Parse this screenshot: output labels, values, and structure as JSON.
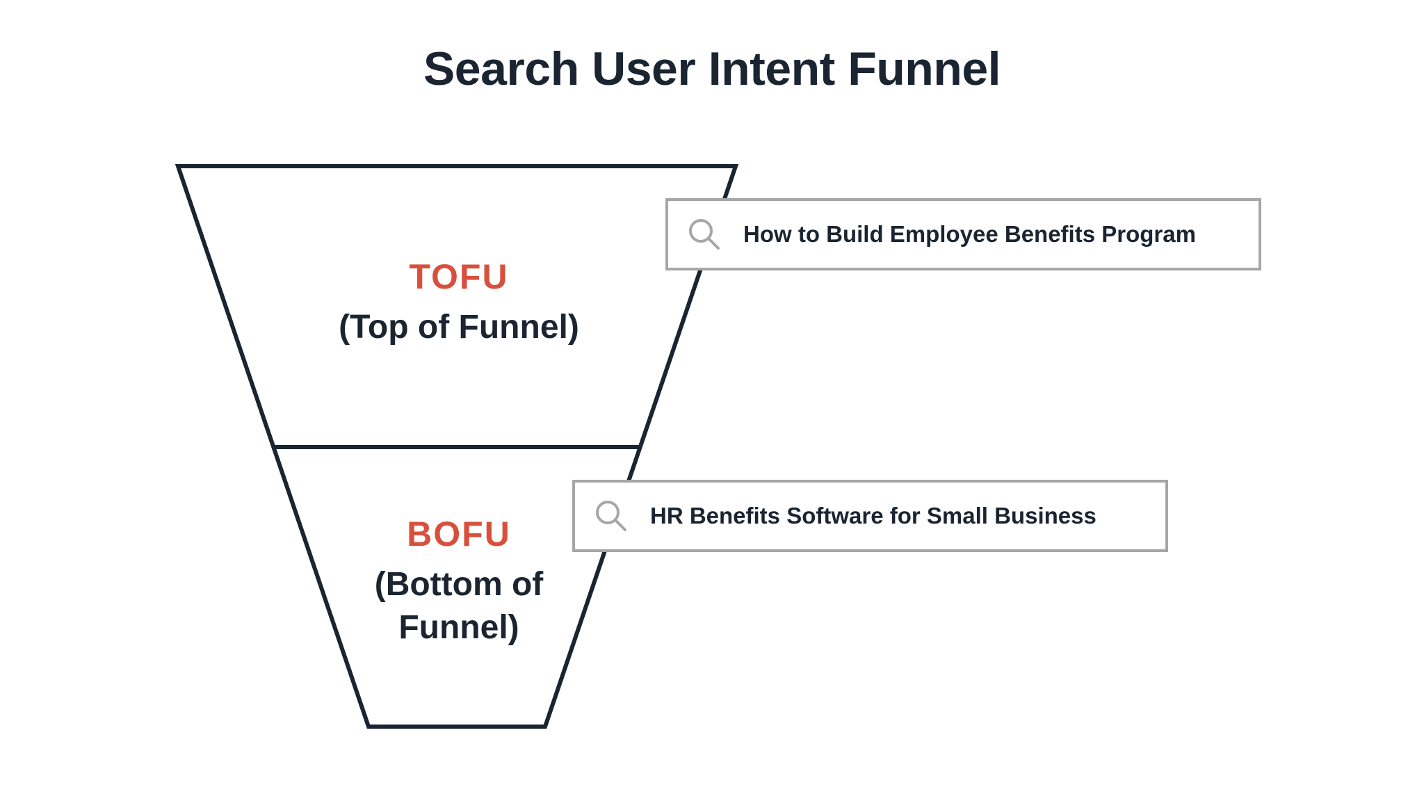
{
  "diagram": {
    "title": "Search User Intent Funnel",
    "stages": [
      {
        "abbr": "TOFU",
        "full": "(Top of Funnel)",
        "query": "How to Build Employee Benefits Program"
      },
      {
        "abbr": "BOFU",
        "full_line1": "(Bottom of",
        "full_line2": "Funnel)",
        "query": "HR Benefits Software for Small Business"
      }
    ],
    "colors": {
      "accent": "#d8503d",
      "text": "#1b2431",
      "outline": "#1b2431",
      "search_border": "#a6a6a6",
      "search_icon": "#a6a6a6"
    },
    "icons": [
      "search-icon"
    ]
  }
}
